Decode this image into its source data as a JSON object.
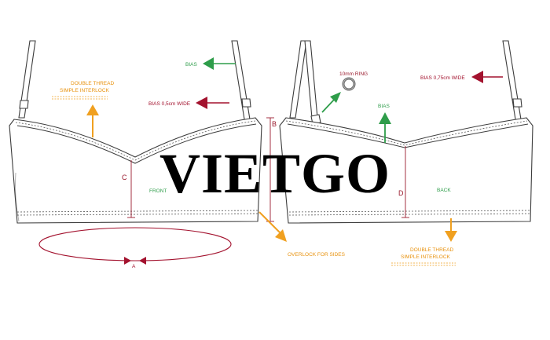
{
  "front": {
    "view_label": "FRONT",
    "label_double_thread_line1": "DOUBLE THREAD",
    "label_double_thread_line2": "SIMPLE INTERLOCK",
    "label_bias_top": "BIAS",
    "label_bias_wide": "BIAS 0,5cm WIDE",
    "dim_c": "C",
    "dim_a": "A",
    "dim_b": "B",
    "label_overlock": "OVERLOCK FOR SIDES"
  },
  "back": {
    "view_label": "BACK",
    "label_ring": "10mm RING",
    "label_bias_wide": "BIAS 0,75cm WIDE",
    "label_bias": "BIAS",
    "dim_d": "D",
    "label_double_thread_line1": "DOUBLE THREAD",
    "label_double_thread_line2": "SIMPLE INTERLOCK"
  },
  "watermark": "VIETGO",
  "colors": {
    "green": "#2e9d4a",
    "dark_red": "#a3122e",
    "orange": "#f0a020",
    "outline": "#3c3c3c"
  }
}
